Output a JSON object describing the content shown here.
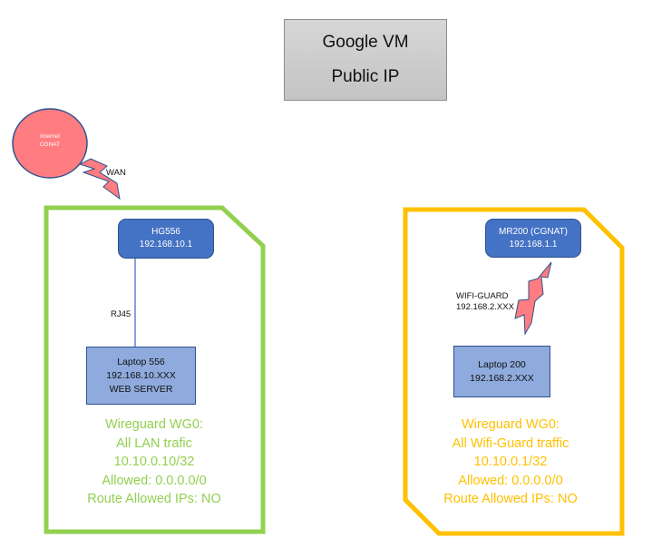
{
  "colors": {
    "green": "#92d050",
    "yellow": "#ffc000",
    "device_blue": "#4472c4",
    "laptop_blue": "#8faadc",
    "internet_fill": "#ff7c80",
    "lightning_fill": "#ff7c80"
  },
  "google_vm": {
    "line1": "Google VM",
    "line2": "Public IP"
  },
  "internet": {
    "line1": "Internet",
    "line2": "CGNAT"
  },
  "wan_label": "WAN",
  "left_site": {
    "router": {
      "name": "HG556",
      "ip": "192.168.10.1"
    },
    "link_label": "RJ45",
    "laptop": {
      "name": "Laptop 556",
      "ip": "192.168.10.XXX",
      "role": "WEB SERVER"
    },
    "wireguard": [
      "Wireguard WG0:",
      "All LAN trafic",
      "10.10.0.10/32",
      "Allowed: 0.0.0.0/0",
      "Route Allowed IPs: NO"
    ]
  },
  "right_site": {
    "router": {
      "name": "MR200 (CGNAT)",
      "ip": "192.168.1.1"
    },
    "wifi_label": {
      "name": "WIFI-GUARD",
      "ip": "192.168.2.XXX"
    },
    "laptop": {
      "name": "Laptop 200",
      "ip": "192.168.2.XXX"
    },
    "wireguard": [
      "Wireguard WG0:",
      "All Wifi-Guard traffic",
      "10.10.0.1/32",
      "Allowed: 0.0.0.0/0",
      "Route Allowed IPs: NO"
    ]
  }
}
